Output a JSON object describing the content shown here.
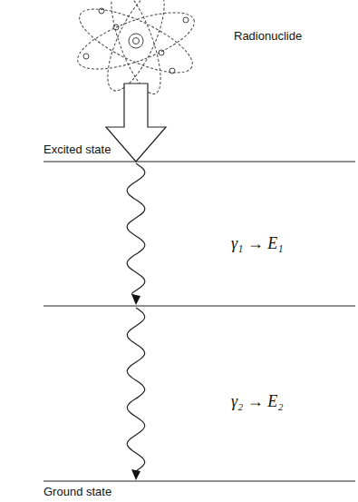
{
  "diagram": {
    "labels": [
      "Radionuclide",
      "Excited state",
      "γ₁ → E₁",
      "γ₂ → E₂",
      "Ground state"
    ]
  }
}
